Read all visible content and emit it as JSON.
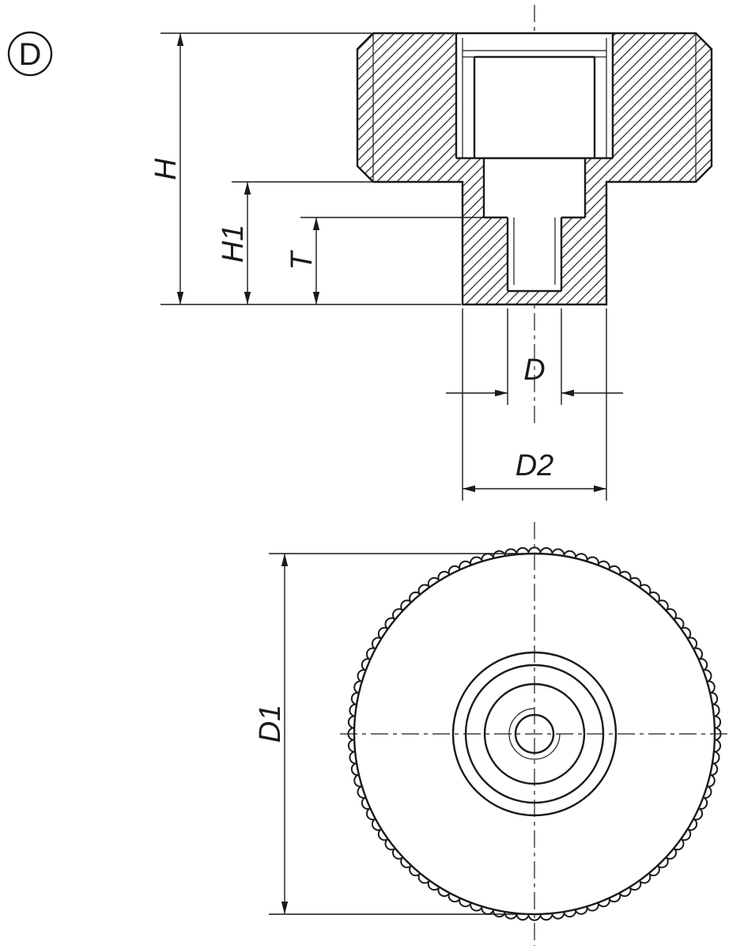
{
  "drawing": {
    "view_label": "D",
    "dimensions": {
      "h": "H",
      "h1": "H1",
      "t": "T",
      "d": "D",
      "d2": "D2",
      "d1": "D1"
    },
    "colors": {
      "line": "#1a1a1a",
      "background": "#ffffff"
    }
  }
}
